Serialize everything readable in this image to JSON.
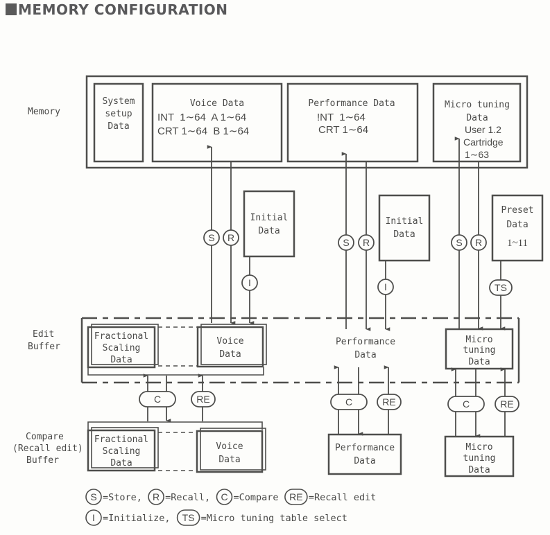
{
  "title": "MEMORY CONFIGURATION",
  "row_labels": {
    "memory": "Memory",
    "edit_buffer": [
      "Edit",
      "Buffer"
    ],
    "compare_buffer": [
      "Compare",
      "(Recall edit)",
      "Buffer"
    ]
  },
  "memory": {
    "system_setup": [
      "System",
      "setup",
      "Data"
    ],
    "voice": {
      "title": "Voice Data",
      "lines": [
        "INT  1∼64  A 1∼64",
        "CRT 1∼64  B 1∼64"
      ]
    },
    "performance": {
      "title": "Performance Data",
      "lines": [
        "!NT  1∼64",
        "CRT 1∼64"
      ]
    },
    "micro_tuning": {
      "lines": [
        "Micro tuning",
        "Data",
        "User 1.2",
        "Cartridge",
        "1∼63"
      ]
    }
  },
  "sources": {
    "initial_voice": [
      "Initial",
      "Data"
    ],
    "initial_performance": [
      "Initial",
      "Data"
    ],
    "preset": [
      "Preset",
      "Data",
      "1~11"
    ]
  },
  "operations": {
    "store": "S",
    "recall": "R",
    "initialize": "I",
    "table_select": "TS",
    "compare": "C",
    "recall_edit": "RE"
  },
  "edit_buffer": {
    "fractional": [
      "Fractional",
      "Scaling",
      "Data"
    ],
    "voice": [
      "Voice",
      "Data"
    ],
    "performance": [
      "Performance",
      "Data"
    ],
    "micro": [
      "Micro",
      "tuning",
      "Data"
    ]
  },
  "compare_buffer": {
    "fractional": [
      "Fractional",
      "Scaling",
      "Data"
    ],
    "voice": [
      "Voice",
      "Data"
    ],
    "performance": [
      "Performance",
      "Data"
    ],
    "micro": [
      "Micro",
      "tuning",
      "Data"
    ]
  },
  "legend": {
    "line1": [
      {
        "symbol": "S",
        "text": "=Store,"
      },
      {
        "symbol": "R",
        "text": "=Recall,"
      },
      {
        "symbol": "C",
        "text": "=Compare"
      },
      {
        "symbol": "RE",
        "text": "=Recall edit"
      }
    ],
    "line2": [
      {
        "symbol": "I",
        "text": "=Initialize,"
      },
      {
        "symbol": "TS",
        "text": "=Micro tuning table select"
      }
    ]
  }
}
